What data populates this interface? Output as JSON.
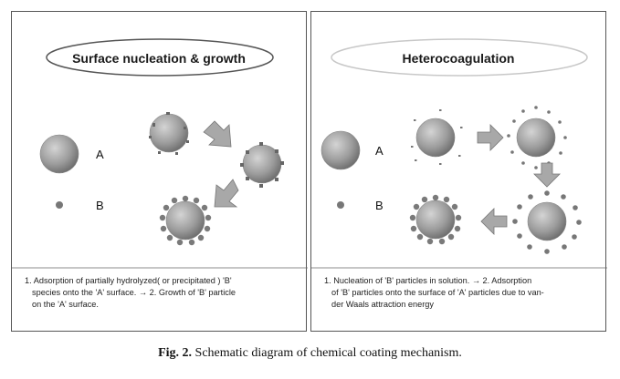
{
  "left_panel": {
    "title": "Surface nucleation & growth",
    "label_a": "A",
    "label_b": "B",
    "description_lines": [
      "1. Adsorption of partially hydrolyzed( or precipitated ) 'B'",
      "species onto the 'A' surface. → 2. Growth of 'B' particle",
      "on the 'A' surface."
    ]
  },
  "right_panel": {
    "title": "Heterocoagulation",
    "label_a": "A",
    "label_b": "B",
    "description_lines": [
      "1. Nucleation of 'B' particles in solution. → 2. Adsorption",
      "of  'B' particles onto the surface of 'A' particles due to van-",
      "der Waals attraction energy"
    ]
  },
  "caption": {
    "label": "Fig. 2.",
    "text": " Schematic diagram of chemical coating mechanism."
  },
  "colors": {
    "particle_a": "#9a9a9a",
    "particle_b": "#6e6e6e",
    "arrow_fill": "#a8a8a8",
    "title_ellipse_left": "#555555",
    "title_ellipse_right": "#c8c8c8"
  }
}
